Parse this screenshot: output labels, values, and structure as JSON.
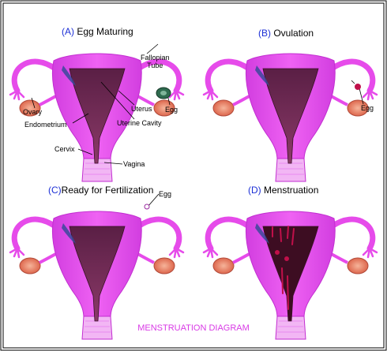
{
  "panels": {
    "a": {
      "letter": "(A)",
      "title": "Egg Maturing"
    },
    "b": {
      "letter": "(B)",
      "title": "Ovulation"
    },
    "c": {
      "letter": "(C)",
      "title": "Ready for Fertilization"
    },
    "d": {
      "letter": "(D)",
      "title": "Menstruation"
    }
  },
  "labels": {
    "fallopian_tube": "Fallopian\nTube",
    "ovary": "Ovary",
    "uterus": "Uterus",
    "egg": "Egg",
    "endometrium": "Endometrium",
    "uterine_cavity": "Uterine Cavity",
    "cervix": "Cervix",
    "vagina": "Vagina"
  },
  "footer": "MENSTRUATION DIAGRAM",
  "colors": {
    "uterus": "#e64bea",
    "uterus_shade": "#c22ed0",
    "cavity": "#7a2d5a",
    "cavity_dark": "#4e1738",
    "fimbria_blue": "#3a4a9a",
    "ovary": "#e9836a",
    "egg": "#2f6b4f",
    "blood": "#c0104a",
    "title_letter": "#1c2fd6",
    "footer": "#d93ae6"
  }
}
